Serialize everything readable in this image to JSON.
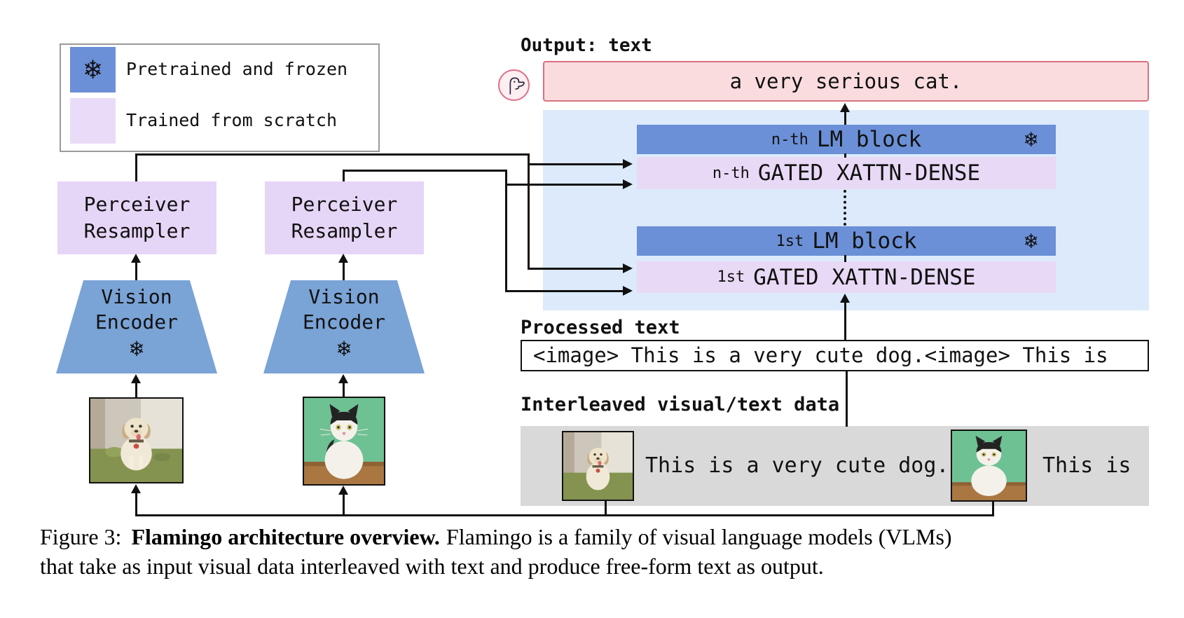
{
  "colors": {
    "frozen_blue": "#6b90d7",
    "encoder_blue": "#7aa3d6",
    "trained_lavender": "#e5d5f6",
    "panel_blue": "#dceafb",
    "output_pink_fill": "#fadcdf",
    "output_pink_border": "#d9717f",
    "data_gray": "#d9d9d9",
    "line_black": "#111111"
  },
  "legend": {
    "snowflake": "❄",
    "pretrained_label": "Pretrained and frozen",
    "scratch_label": "Trained from scratch"
  },
  "encoders": {
    "resampler_label": "Perceiver\nResampler",
    "encoder_label": "Vision\nEncoder",
    "snowflake": "❄"
  },
  "output": {
    "label": "Output: text",
    "text": "a very serious cat."
  },
  "blocks": {
    "nth_prefix": "n-th",
    "first_prefix": "1st",
    "lm_label": "LM block",
    "xattn_label": "GATED XATTN-DENSE",
    "snowflake": "❄"
  },
  "processed": {
    "label": "Processed text",
    "text": "<image> This is a very cute dog.<image> This is"
  },
  "interleaved": {
    "label": "Interleaved visual/text data",
    "dog_text": "This is a very cute dog.",
    "tail_text": "This is"
  },
  "caption": {
    "figure_label": "Figure 3:",
    "bold_title": "Flamingo architecture overview.",
    "line1_rest": "Flamingo is a family of visual language models (VLMs)",
    "line2": "that take as input visual data interleaved with text and produce free-form text as output."
  }
}
